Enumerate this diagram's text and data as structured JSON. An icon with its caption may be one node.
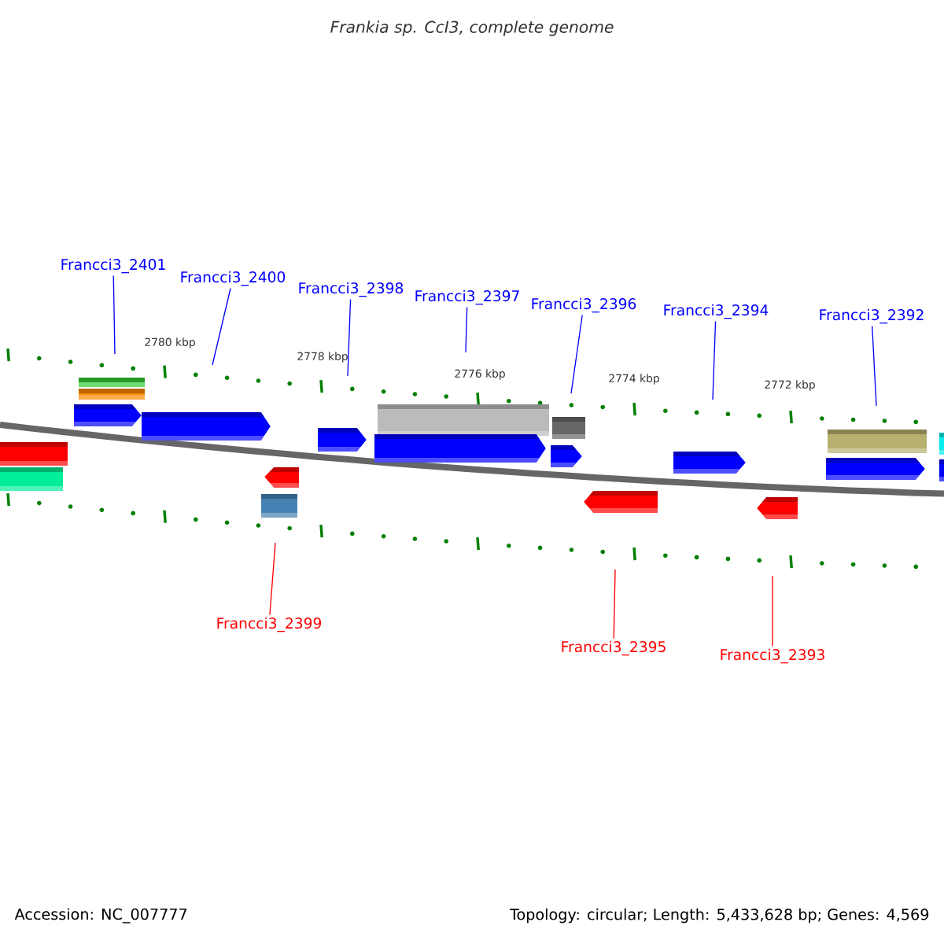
{
  "diagram": {
    "title": "Frankia sp. CcI3, complete genome",
    "nodes": [
      {
        "text": [
          "Francci3_2401"
        ]
      },
      {
        "text": [
          "Francci3_2400"
        ]
      },
      {
        "text": [
          "Francci3_2398"
        ]
      },
      {
        "text": [
          "Francci3_2397"
        ]
      },
      {
        "text": [
          "Francci3_2396"
        ]
      },
      {
        "text": [
          "Francci3_2394"
        ]
      },
      {
        "text": [
          "Francci3_2392"
        ]
      },
      {
        "text": [
          "Francci3_2399"
        ]
      },
      {
        "text": [
          "Francci3_2395"
        ]
      },
      {
        "text": [
          "Francci3_2393"
        ]
      }
    ],
    "edges": [
      {
        "from": 0,
        "to": null,
        "arrow": "none"
      },
      {
        "from": 1,
        "to": null,
        "arrow": "none"
      },
      {
        "from": 2,
        "to": null,
        "arrow": "none"
      },
      {
        "from": 3,
        "to": null,
        "arrow": "none"
      },
      {
        "from": 4,
        "to": null,
        "arrow": "none"
      },
      {
        "from": 5,
        "to": null,
        "arrow": "none"
      },
      {
        "from": 6,
        "to": null,
        "arrow": "none"
      },
      {
        "from": 7,
        "to": null,
        "arrow": "none",
        "color": "#ff0000"
      },
      {
        "from": 8,
        "to": null,
        "arrow": "none",
        "color": "#ff0000"
      },
      {
        "from": 9,
        "to": null,
        "arrow": "none",
        "color": "#ff0000"
      }
    ],
    "labels": [
      "2780 kbp",
      "2778 kbp",
      "2776 kbp",
      "2774 kbp",
      "2772 kbp",
      "Accession: NC_007777",
      "Topology: circular; Length: 5,433,628 bp; Genes: 4,569"
    ]
  }
}
